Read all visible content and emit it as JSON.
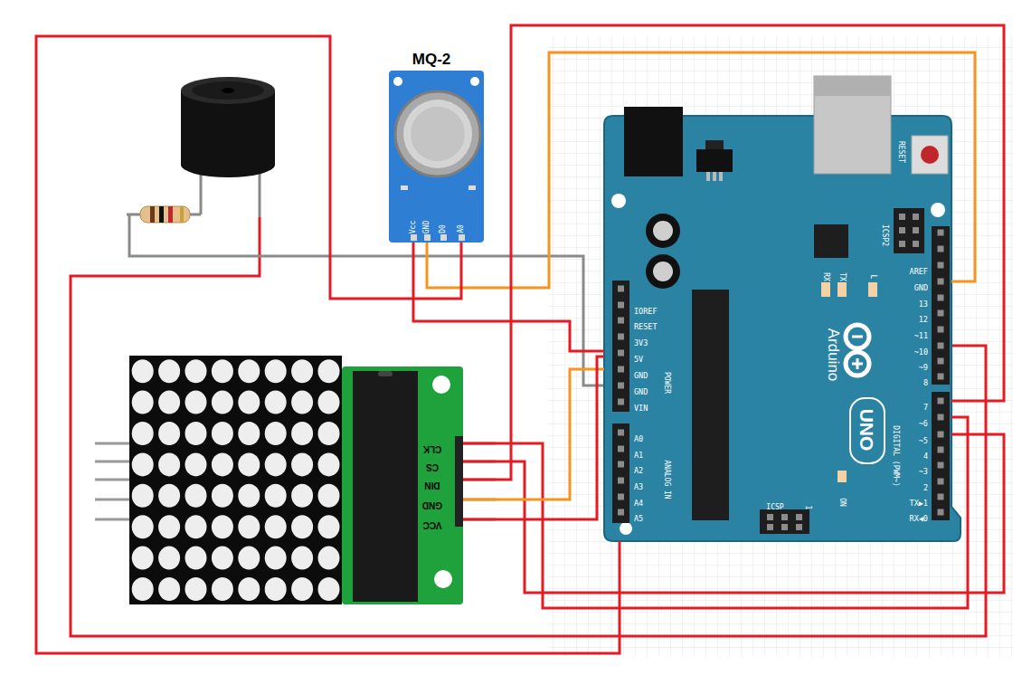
{
  "diagram": {
    "nodes": [
      {
        "text": [
          "MQ-2"
        ]
      },
      {
        "text": [
          "Arduino",
          "UNO"
        ]
      },
      {
        "text": [
          "CLK",
          "CS",
          "DIN",
          "GND",
          "VCC"
        ]
      }
    ],
    "edges": [
      {
        "from": 0,
        "to": 1,
        "arrow": "none"
      },
      {
        "from": 0,
        "to": 1,
        "arrow": "none"
      },
      {
        "from": 0,
        "to": 1,
        "arrow": "none"
      },
      {
        "from": 2,
        "to": 1,
        "arrow": "none"
      },
      {
        "from": 2,
        "to": 1,
        "arrow": "none"
      },
      {
        "from": 2,
        "to": 1,
        "arrow": "none"
      },
      {
        "from": 2,
        "to": 1,
        "arrow": "none"
      },
      {
        "from": 2,
        "to": 1,
        "arrow": "none"
      }
    ],
    "labels": [
      "Vcc",
      "GND",
      "D0",
      "A0",
      "RESET",
      "ICSP2",
      "RX",
      "TX",
      "L",
      "AREF",
      "GND",
      "13",
      "12",
      "~11",
      "~10",
      "~9",
      "8",
      "7",
      "~6",
      "~5",
      "4",
      "~3",
      "2",
      "TX▶1",
      "RX◀0",
      "DIGITAL (PWM~)",
      "IOREF",
      "RESET",
      "3V3",
      "5V",
      "GND",
      "GND",
      "VIN",
      "POWER",
      "A0",
      "A1",
      "A2",
      "A3",
      "A4",
      "A5",
      "ANALOG IN",
      "ON",
      "ICSP",
      "1"
    ]
  }
}
